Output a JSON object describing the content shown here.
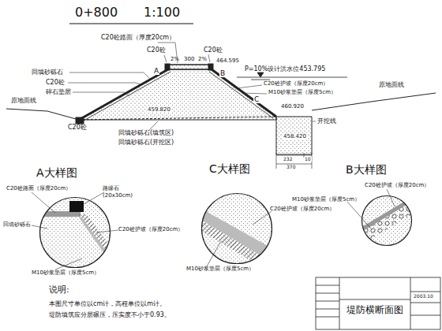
{
  "diagram": {
    "title": "0+800",
    "nodes": [
      {
        "text": [
          "A大样图"
        ]
      },
      {
        "text": [
          "C大样图"
        ]
      },
      {
        "text": [
          "B大样图"
        ]
      },
      {
        "text": [
          "堤防横断面图"
        ]
      }
    ],
    "labels": [
      "1:100",
      "C20砼路面（厚度20cm）",
      "C20砼",
      "C20砼",
      "2%",
      "300",
      "2%",
      "464.595",
      "A",
      "B",
      "C",
      "P=10%设计洪水位453.795",
      "C20砼护坡（厚度20cm）",
      "M10砂浆垫层（厚度5cm）",
      "回填砂砾石",
      "C20砼",
      "碎石垫层",
      "原地面线",
      "C20砼",
      "459.820",
      "回填砂砾石(填筑区)",
      "回填砂砾石(开挖区)",
      "原地面线",
      "开挖线",
      "460.920",
      "458.420",
      "232",
      "10",
      "370",
      "C20砼路面（厚度20cm）",
      "路缘石",
      "(20x30cm)",
      "C20砼护坡（厚度20cm）",
      "回填砂砾石",
      "M10砂浆垫层（厚度5cm）",
      "C20砼护坡（厚度20cm）",
      "M10砂浆垫层（厚度5cm）",
      "M10砂浆垫层（厚度5cm）",
      "C20砼护坡（厚度20cm）",
      "说明:",
      "本图尺寸单位以cm计，高程单位以m计。",
      "堤防填筑应分层碾压，压实度不小于0.93。",
      "2003.10"
    ]
  }
}
